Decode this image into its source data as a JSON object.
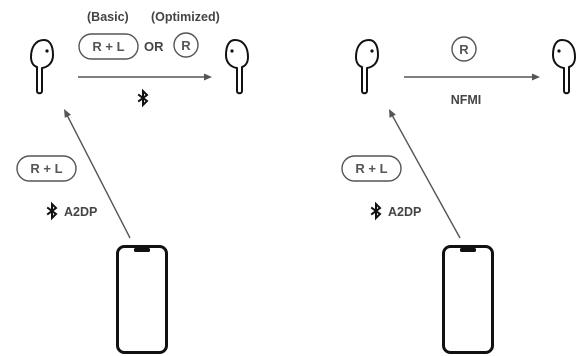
{
  "left_panel": {
    "basic_label": "(Basic)",
    "optimized_label": "(Optimized)",
    "rl_pill": "R + L",
    "or_label": "OR",
    "r_pill": "R",
    "phone_pill": "R + L",
    "a2dp_label": "A2DP"
  },
  "right_panel": {
    "r_pill": "R",
    "nfmi_label": "NFMI",
    "phone_pill": "R + L",
    "a2dp_label": "A2DP"
  },
  "icons": {
    "earbud": "earbud-icon",
    "phone": "smartphone-icon",
    "bluetooth": "bluetooth-icon"
  },
  "colors": {
    "line": "#555555",
    "icon": "#111111",
    "text": "#444444"
  }
}
